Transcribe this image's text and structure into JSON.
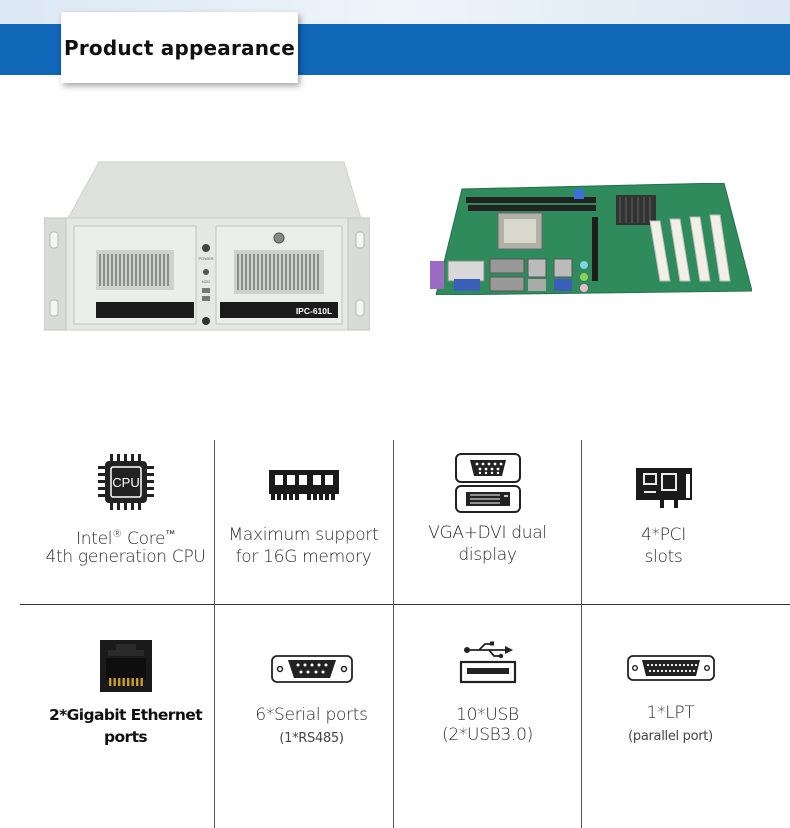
{
  "header": {
    "title": "Product appearance"
  },
  "images": {
    "chassis_model": "IPC-610L",
    "power_label": "POWER",
    "hdd_label": "HDD"
  },
  "features": [
    {
      "id": "cpu",
      "line1_pre": "Intel",
      "line1_sup1": "®",
      "line1_mid": " Core",
      "line1_sup2": "™",
      "line2": "4th generation CPU",
      "icon_text": "CPU"
    },
    {
      "id": "memory",
      "line1": "Maximum support",
      "line2": "for 16G memory"
    },
    {
      "id": "display",
      "line1": "VGA+DVI dual",
      "line2": "display"
    },
    {
      "id": "pci",
      "line1": "4*PCI",
      "line2": "slots"
    },
    {
      "id": "ethernet",
      "line1": "2*Gigabit Ethernet",
      "line2": "ports"
    },
    {
      "id": "serial",
      "line1": "6*Serial ports",
      "sub": "(1*RS485)"
    },
    {
      "id": "usb",
      "line1": "10*USB",
      "line2": "(2*USB3.0)"
    },
    {
      "id": "lpt",
      "line1": "1*LPT",
      "sub": "(parallel port)"
    }
  ],
  "colors": {
    "header_band": "#1167b8",
    "chassis": "#e4e6e3",
    "board": "#2f8a5c"
  }
}
